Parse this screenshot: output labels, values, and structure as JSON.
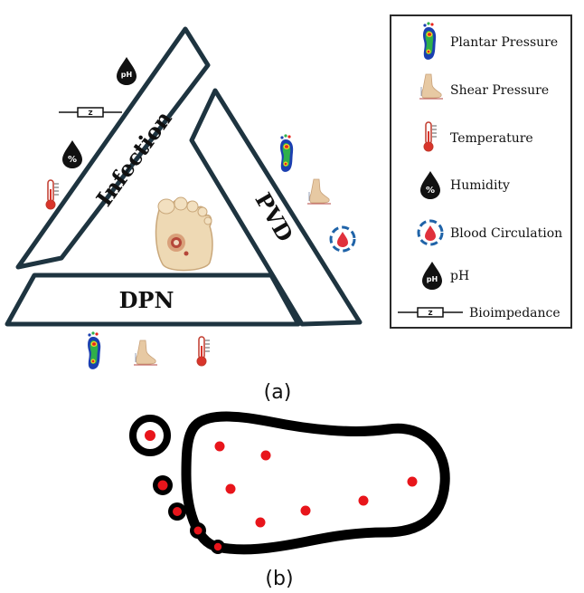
{
  "panel_a": {
    "caption": "(a)",
    "zones": {
      "infection": "Infection",
      "pvd": "PVD",
      "dpn": "DPN"
    },
    "icon_text": {
      "ph": "pH",
      "humidity": "%",
      "impedance": "Z"
    },
    "legend": {
      "items": [
        {
          "icon": "plantar-pressure-icon",
          "label": "Plantar Pressure"
        },
        {
          "icon": "shear-pressure-icon",
          "label": "Shear Pressure"
        },
        {
          "icon": "thermometer-icon",
          "label": "Temperature"
        },
        {
          "icon": "humidity-drop-icon",
          "label": "Humidity"
        },
        {
          "icon": "blood-circulation-icon",
          "label": "Blood Circulation"
        },
        {
          "icon": "ph-drop-icon",
          "label": "pH"
        },
        {
          "icon": "bioimpedance-icon",
          "label": "Bioimpedance"
        }
      ]
    }
  },
  "panel_b": {
    "caption": "(b)"
  },
  "colors": {
    "outline": "#1e3440",
    "sensor": "#e8151b",
    "black": "#000000",
    "skin": "#eed9b4",
    "blood": "#e0313c",
    "circulation_ring": "#1f63a8"
  }
}
